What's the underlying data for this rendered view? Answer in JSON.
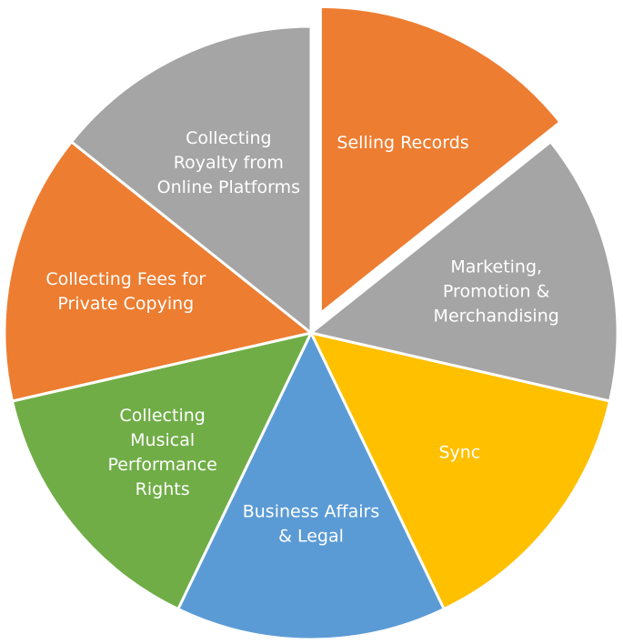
{
  "chart_data": {
    "type": "pie",
    "exploded": "Selling Records",
    "legend": "none",
    "slices": [
      {
        "label": "Selling Records",
        "value": 1,
        "color": "#ED7D31",
        "exploded": true
      },
      {
        "label": "Marketing, Promotion & Merchandising",
        "value": 1,
        "color": "#A5A5A5"
      },
      {
        "label": "Sync",
        "value": 1,
        "color": "#FFC000"
      },
      {
        "label": "Business Affairs & Legal",
        "value": 1,
        "color": "#5B9BD5"
      },
      {
        "label": "Collecting Musical Performance Rights",
        "value": 1,
        "color": "#70AD47"
      },
      {
        "label": "Collecting Fees for Private Copying",
        "value": 1,
        "color": "#ED7D31"
      },
      {
        "label": "Collecting Royalty from Online Platforms",
        "value": 1,
        "color": "#A5A5A5"
      }
    ]
  }
}
